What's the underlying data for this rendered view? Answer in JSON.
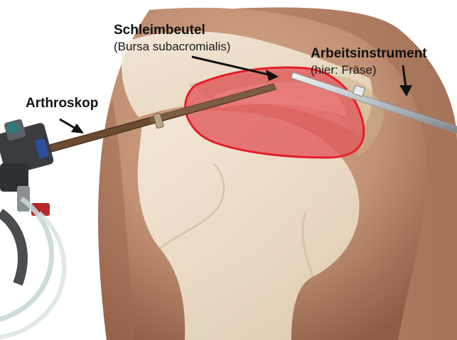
{
  "labels": {
    "bursa_title": "Schleimbeutel",
    "bursa_subtitle": "(Bursa subacromialis)",
    "tool_title": "Arbeitsinstrument",
    "tool_subtitle": "(hier: Fräse)",
    "scope": "Arthroskop"
  },
  "colors": {
    "background": "#ffffff",
    "skin": "#c49477",
    "skin_shadow": "#8e5f46",
    "bone": "#efe3cf",
    "bursa_fill": "#e0575a",
    "bursa_outline": "#e61e2a",
    "instrument": "#cfd3d6",
    "scope_shaft": "#6b4a2f",
    "label_text": "#111111",
    "arrow": "#111111"
  }
}
